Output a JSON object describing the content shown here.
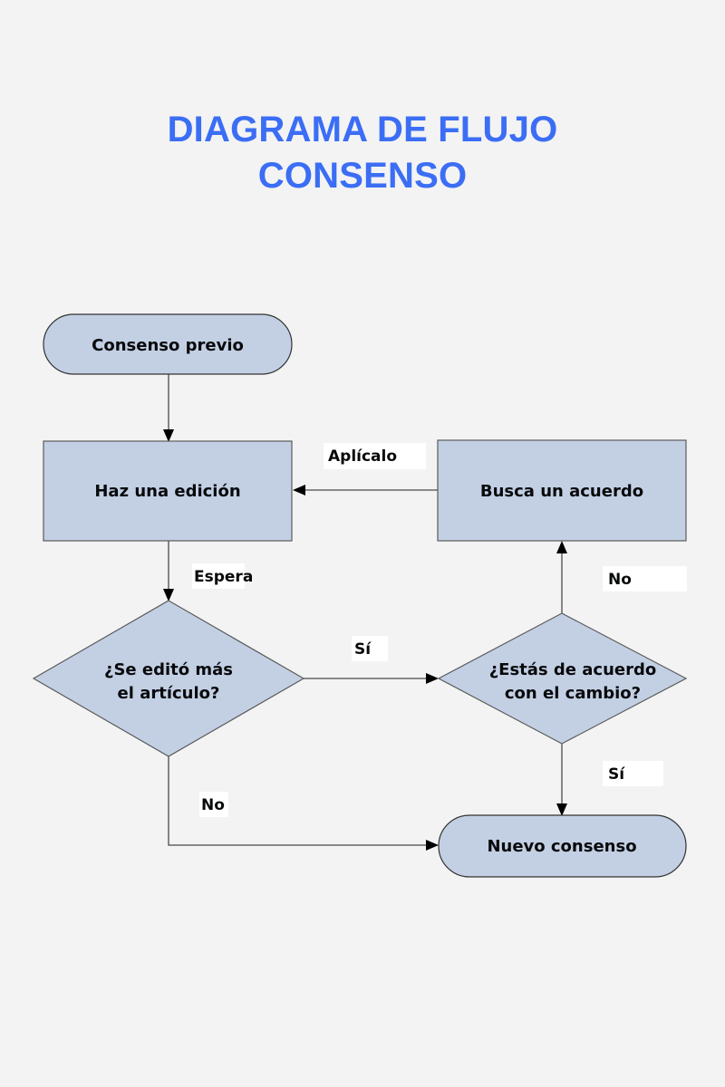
{
  "title": {
    "line1": "DIAGRAMA DE FLUJO",
    "line2": "CONSENSO",
    "color": "#3b6ef5"
  },
  "theme": {
    "background": "#f3f3f3",
    "node_fill": "#c3d0e4",
    "node_stroke": "#5b5b5b",
    "text_color": "#08090b",
    "edge_color": "#4a4a4a",
    "label_background": "#ffffff"
  },
  "chart_data": {
    "type": "diagram",
    "title": "DIAGRAMA DE FLUJO CONSENSO",
    "nodes": [
      {
        "id": "consenso-previo",
        "label": "Consenso previo",
        "shape": "stadium"
      },
      {
        "id": "haz-una-edicion",
        "label": "Haz una edición",
        "shape": "rectangle"
      },
      {
        "id": "busca-un-acuerdo",
        "label": "Busca un acuerdo",
        "shape": "rectangle"
      },
      {
        "id": "se-edito-mas",
        "label_line1": "¿Se editó más",
        "label_line2": "el artículo?",
        "shape": "diamond"
      },
      {
        "id": "estas-de-acuerdo",
        "label_line1": "¿Estás de acuerdo",
        "label_line2": "con el cambio?",
        "shape": "diamond"
      },
      {
        "id": "nuevo-consenso",
        "label": "Nuevo consenso",
        "shape": "stadium"
      }
    ],
    "edges": [
      {
        "from": "consenso-previo",
        "to": "haz-una-edicion",
        "label": ""
      },
      {
        "from": "haz-una-edicion",
        "to": "se-edito-mas",
        "label": "Espera"
      },
      {
        "from": "se-edito-mas",
        "to": "estas-de-acuerdo",
        "label": "Sí"
      },
      {
        "from": "se-edito-mas",
        "to": "nuevo-consenso",
        "label": "No"
      },
      {
        "from": "estas-de-acuerdo",
        "to": "busca-un-acuerdo",
        "label": "No"
      },
      {
        "from": "estas-de-acuerdo",
        "to": "nuevo-consenso",
        "label": "Sí"
      },
      {
        "from": "busca-un-acuerdo",
        "to": "haz-una-edicion",
        "label": "Aplícalo"
      }
    ]
  },
  "nodes": {
    "consenso_previo": {
      "label": "Consenso previo"
    },
    "haz_una_edicion": {
      "label": "Haz una edición"
    },
    "busca_un_acuerdo": {
      "label": "Busca un acuerdo"
    },
    "se_edito_mas": {
      "line1": "¿Se editó más",
      "line2": "el artículo?"
    },
    "estas_de_acuerdo": {
      "line1": "¿Estás de acuerdo",
      "line2": "con el cambio?"
    },
    "nuevo_consenso": {
      "label": "Nuevo consenso"
    }
  },
  "edge_labels": {
    "aplicalo": "Aplícalo",
    "espera": "Espera",
    "no_arriba": "No",
    "si_medio": "Sí",
    "si_abajo": "Sí",
    "no_abajo": "No"
  }
}
